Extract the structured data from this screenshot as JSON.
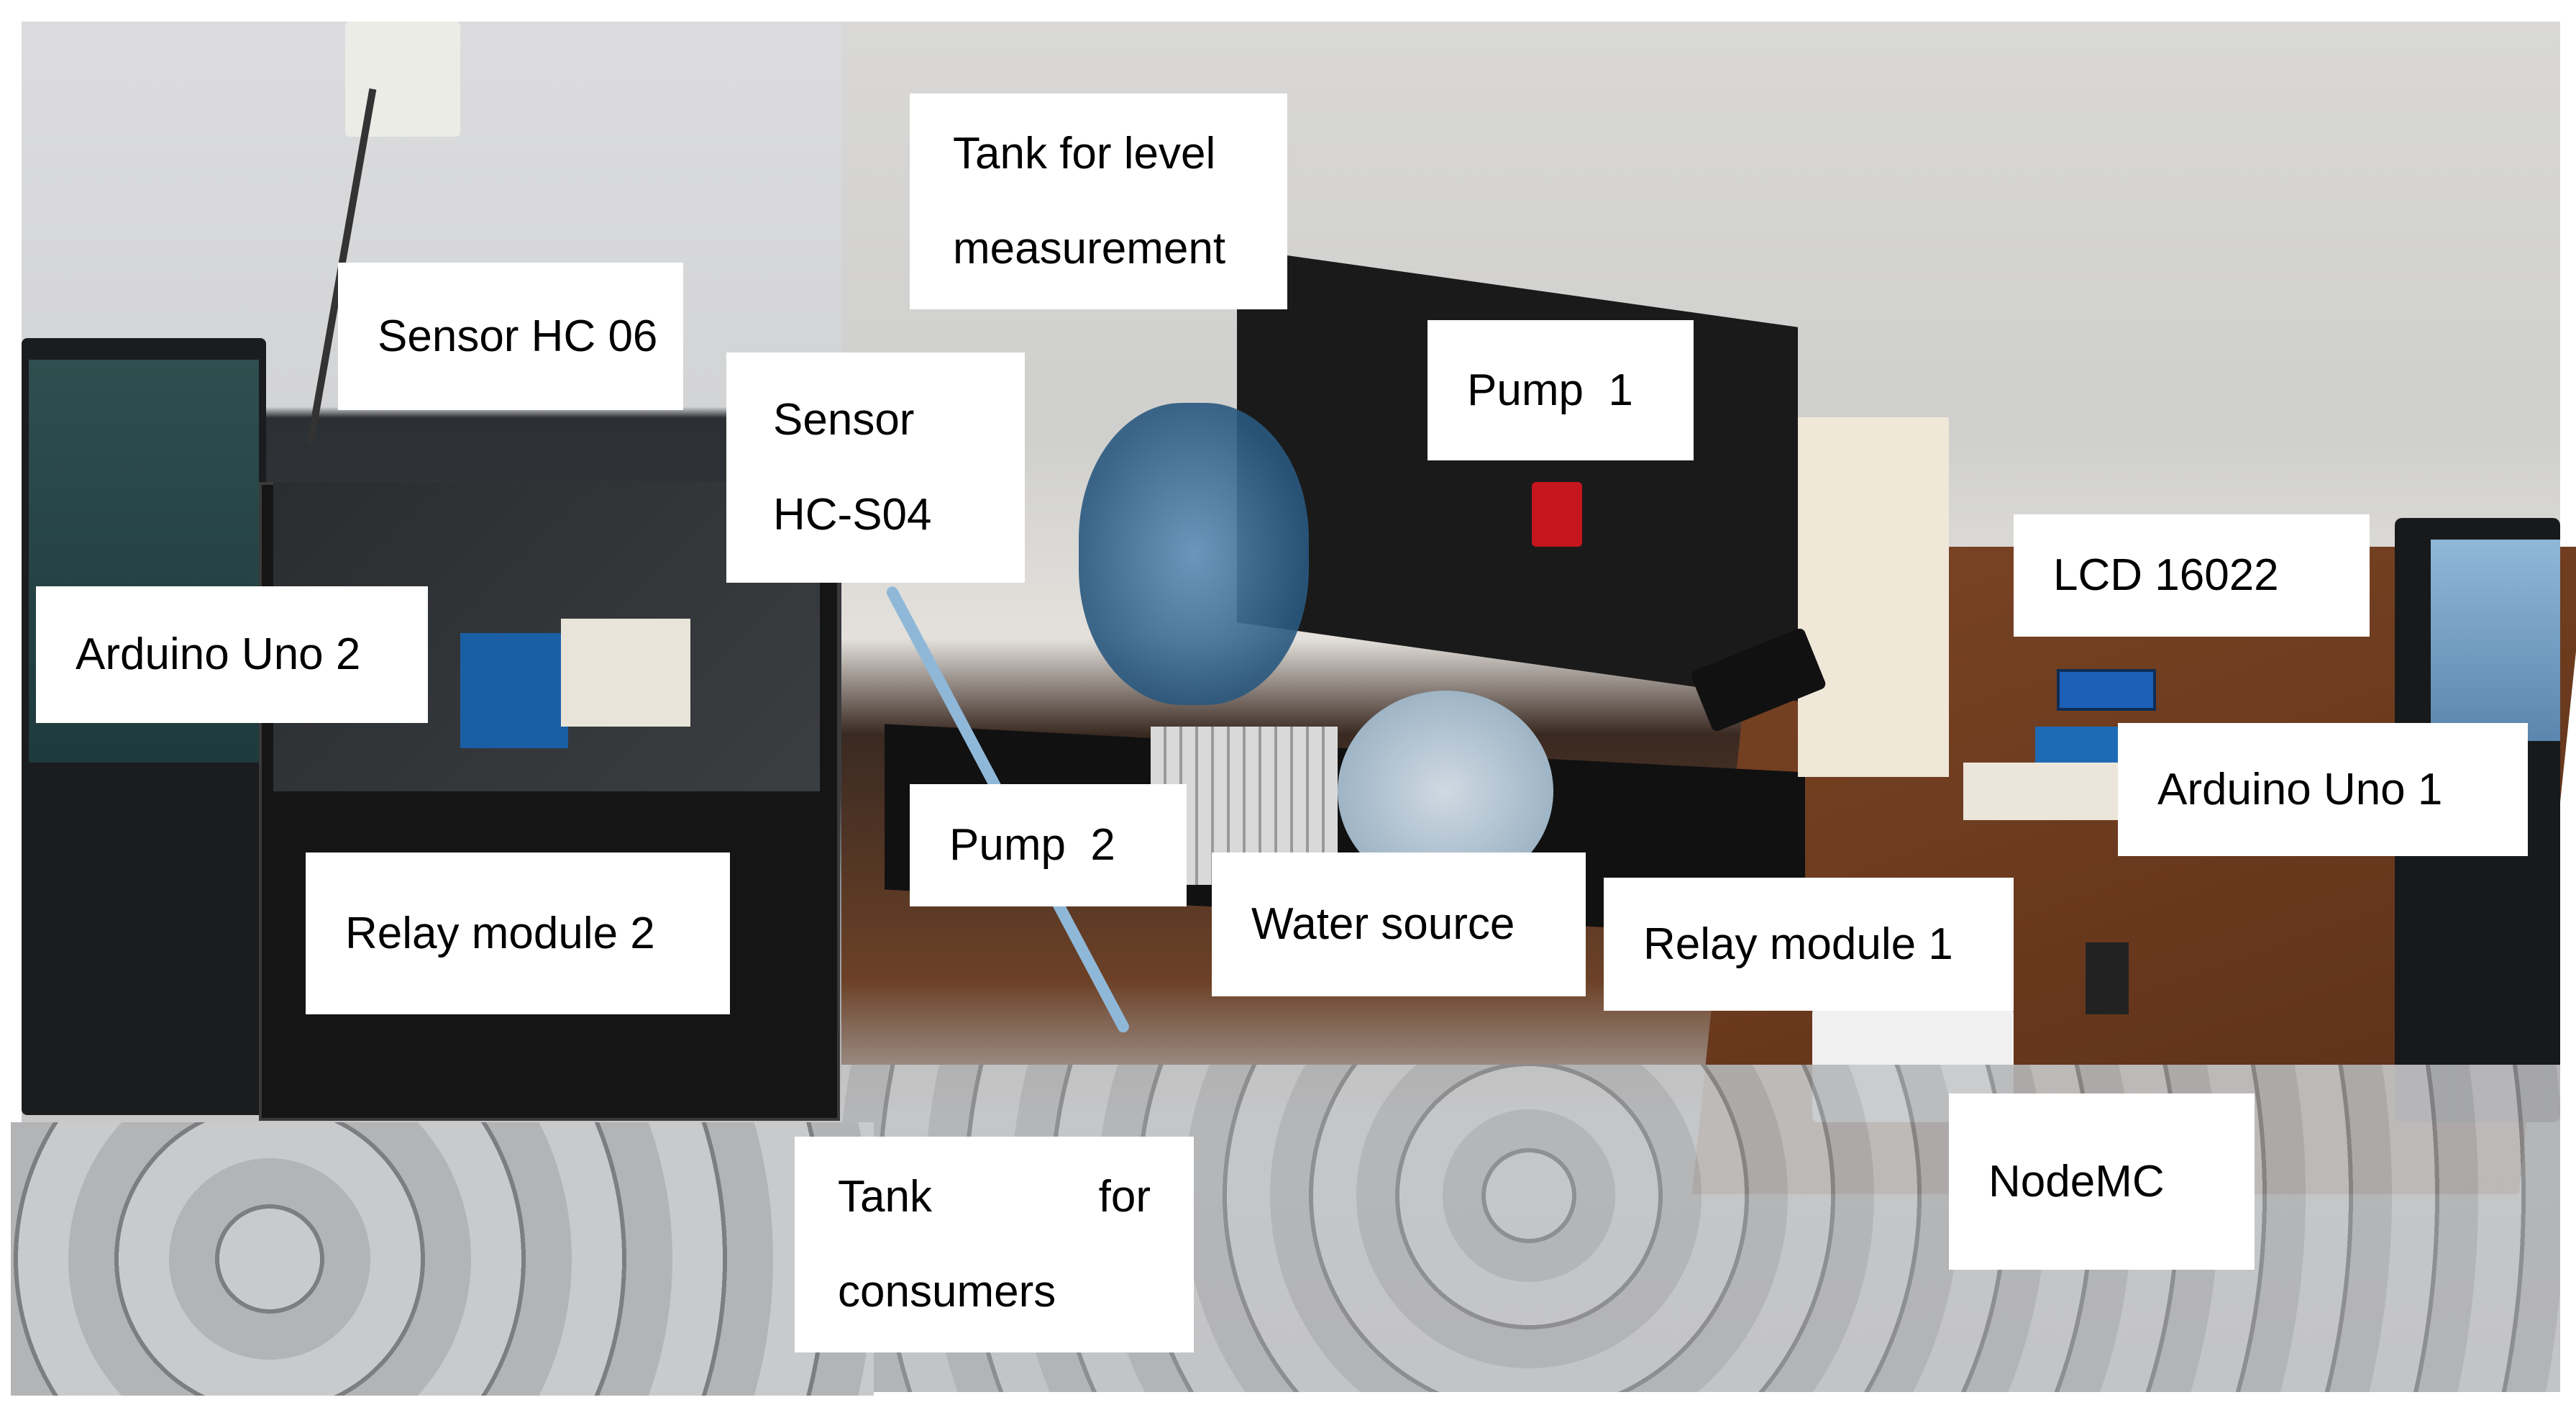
{
  "labels": {
    "sensor_hc06": "Sensor HC 06",
    "tank_level_line1": "Tank for level",
    "tank_level_line2": "measurement",
    "sensor_hcs04_line1": "Sensor",
    "sensor_hcs04_line2": "HC-S04",
    "pump1": "Pump  1",
    "lcd": "LCD 16022",
    "arduino_uno_2": "Arduino Uno 2",
    "arduino_uno_1": "Arduino Uno 1",
    "pump2": "Pump  2",
    "water_source": "Water source",
    "relay_module_2": "Relay module 2",
    "relay_module_1": "Relay module 1",
    "nodemcu": "NodeMC",
    "tank_consumers_line1_a": "Tank",
    "tank_consumers_line1_b": "for",
    "tank_consumers_line2": "consumers"
  }
}
